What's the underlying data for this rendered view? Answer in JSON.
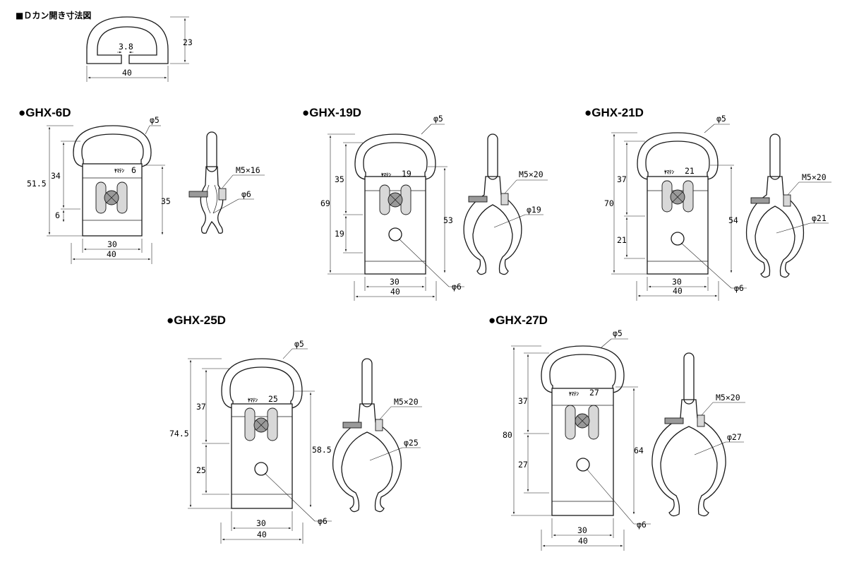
{
  "header": {
    "label": "■Ｄカン開き寸法図"
  },
  "dring_detail": {
    "gap": "3.8",
    "width": "40",
    "height": "23"
  },
  "products": [
    {
      "title": "●GHX-6D",
      "brand": "ﾔﾏﾃﾝ",
      "size_mark": "6",
      "wire": "φ5",
      "total_height": "51.5",
      "upper": "34",
      "lower": "6",
      "body_height": "35",
      "inner_width": "30",
      "outer_width": "40",
      "bolt": "M5×16",
      "pipe": "φ6",
      "hole": ""
    },
    {
      "title": "●GHX-19D",
      "brand": "ﾔﾏﾃﾝ",
      "size_mark": "19",
      "wire": "φ5",
      "total_height": "69",
      "upper": "35",
      "lower": "19",
      "body_height": "53",
      "inner_width": "30",
      "outer_width": "40",
      "bolt": "M5×20",
      "pipe": "φ19",
      "hole": "φ6"
    },
    {
      "title": "●GHX-21D",
      "brand": "ﾔﾏﾃﾝ",
      "size_mark": "21",
      "wire": "φ5",
      "total_height": "70",
      "upper": "37",
      "lower": "21",
      "body_height": "54",
      "inner_width": "30",
      "outer_width": "40",
      "bolt": "M5×20",
      "pipe": "φ21",
      "hole": "φ6"
    },
    {
      "title": "●GHX-25D",
      "brand": "ﾔﾏﾃﾝ",
      "size_mark": "25",
      "wire": "φ5",
      "total_height": "74.5",
      "upper": "37",
      "lower": "25",
      "body_height": "58.5",
      "inner_width": "30",
      "outer_width": "40",
      "bolt": "M5×20",
      "pipe": "φ25",
      "hole": "φ6"
    },
    {
      "title": "●GHX-27D",
      "brand": "ﾔﾏﾃﾝ",
      "size_mark": "27",
      "wire": "φ5",
      "total_height": "80",
      "upper": "37",
      "lower": "27",
      "body_height": "64",
      "inner_width": "30",
      "outer_width": "40",
      "bolt": "M5×20",
      "pipe": "φ27",
      "hole": "φ6"
    }
  ]
}
